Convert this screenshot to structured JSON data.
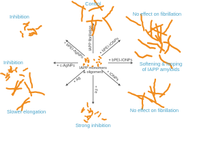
{
  "outcomes": {
    "control": "Control",
    "no_effect_top": "No effect on fibrillation",
    "softening": "Softening & looping of IAPP amyloids",
    "no_effect_bottom": "No effect on fibrillation",
    "strong_inhibition": "Strong inhibition",
    "slower_elongation": "Slower elongation",
    "inhibition_left": "Inhibition",
    "inhibition_top_left": "Inhibition"
  },
  "center": {
    "line1": "IAPP monomers",
    "line2": "& oligomers"
  },
  "treatments": {
    "up": "IAPP fibrillation",
    "up_right": "+ bPEI-IONPs",
    "right": "+ bPEI-IONPs",
    "down_right": "+ IONPs",
    "down": "+ Fe",
    "down_left": "+ Ag",
    "left": "+ c-AgNPs",
    "up_left": "+ bPEI-AgNPs"
  },
  "colors": {
    "label": "#4aa3c9",
    "fibril": "#f08c1e",
    "monomer": "#f08c1e",
    "arrow": "#555555"
  }
}
